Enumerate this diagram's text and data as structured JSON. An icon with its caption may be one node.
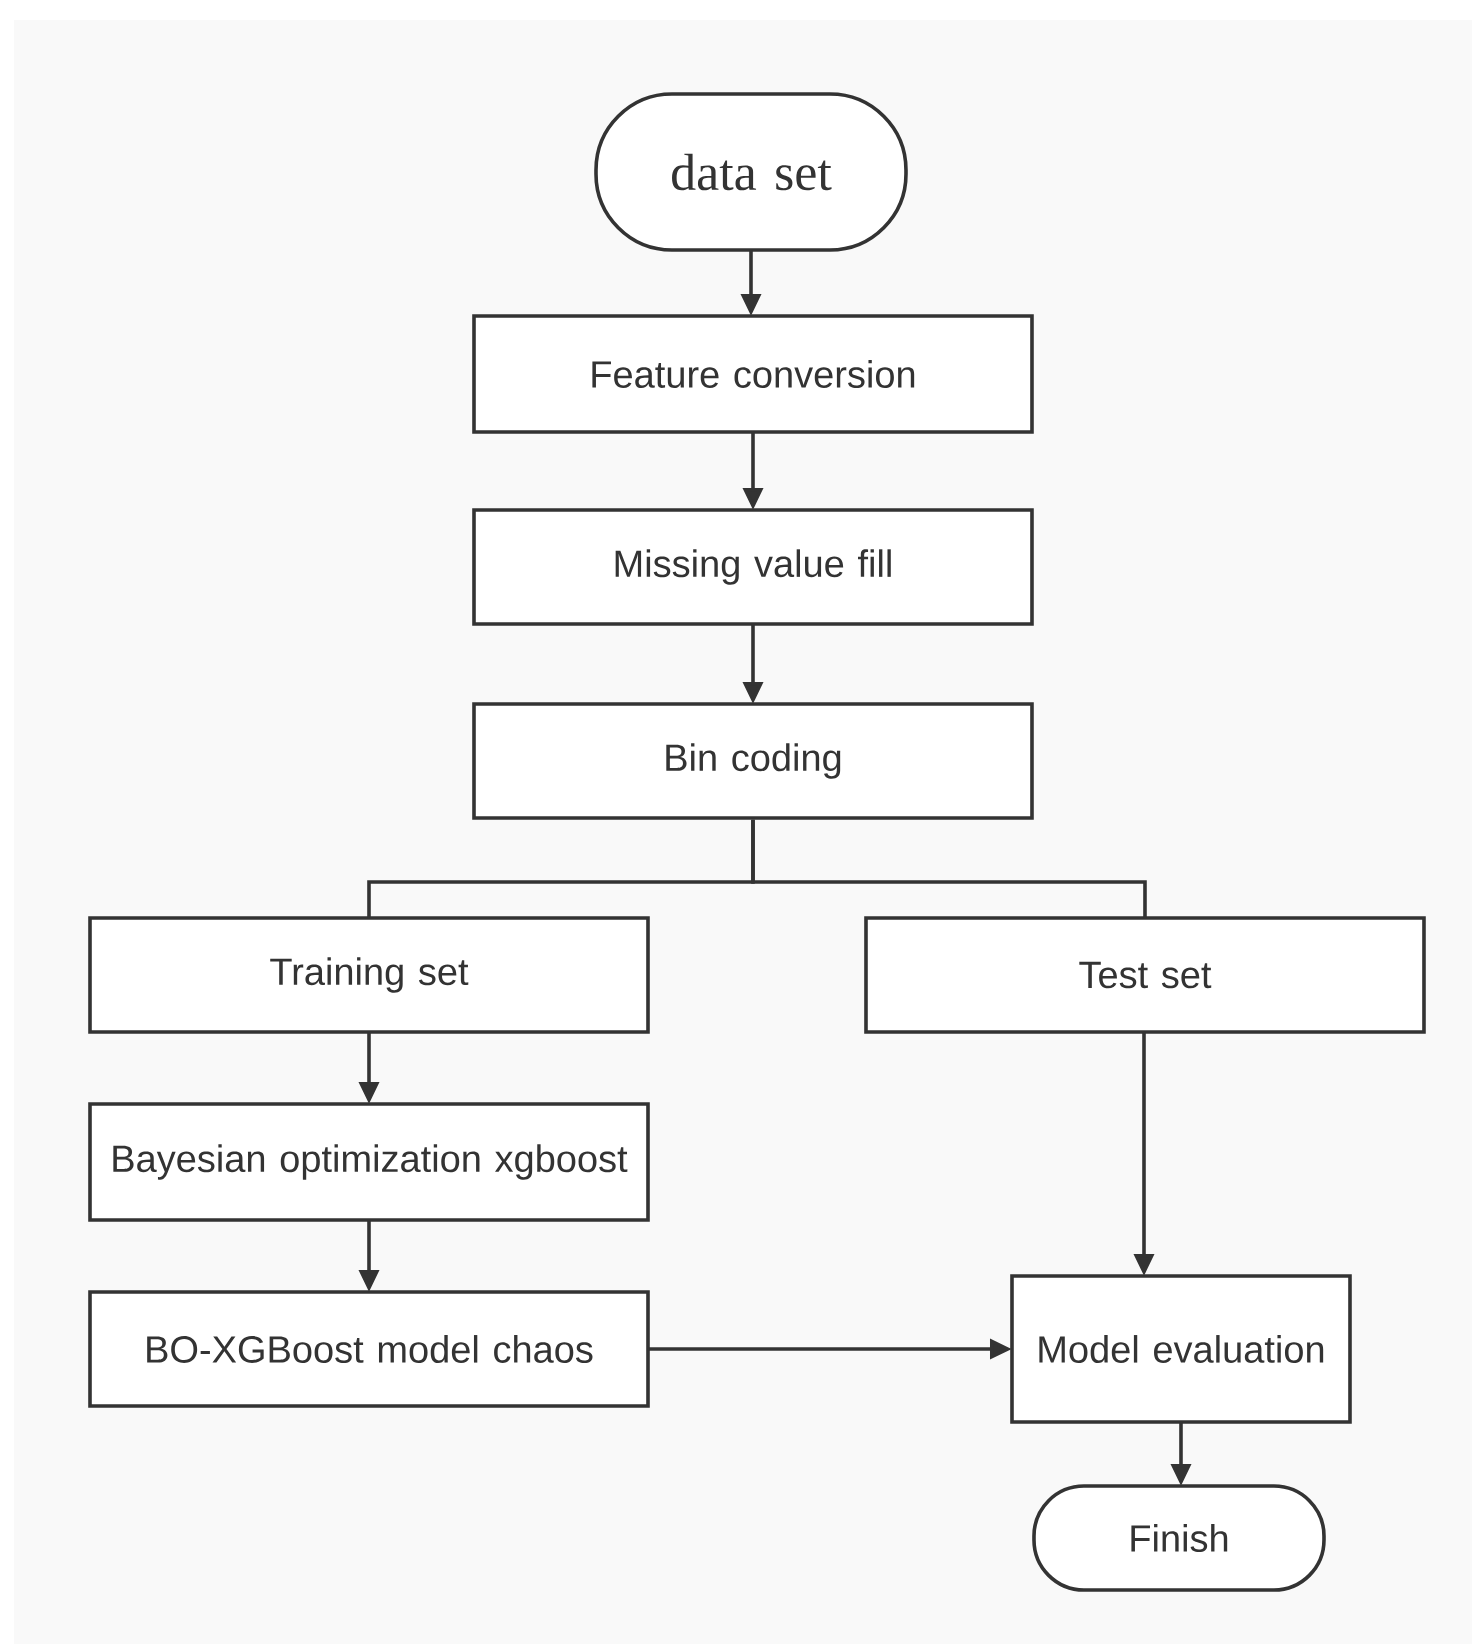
{
  "diagram": {
    "nodes": [
      {
        "text": [
          "data set"
        ]
      },
      {
        "text": [
          "Feature conversion"
        ]
      },
      {
        "text": [
          "Missing value fill"
        ]
      },
      {
        "text": [
          "Bin coding"
        ]
      },
      {
        "text": [
          "Training set"
        ]
      },
      {
        "text": [
          "Test set"
        ]
      },
      {
        "text": [
          "Bayesian optimization xgboost"
        ]
      },
      {
        "text": [
          "BO-XGBoost model chaos"
        ]
      },
      {
        "text": [
          "Model evaluation"
        ]
      },
      {
        "text": [
          "Finish"
        ]
      }
    ],
    "edges": [
      {
        "from": 0,
        "to": 1,
        "arrow": "to"
      },
      {
        "from": 1,
        "to": 2,
        "arrow": "to"
      },
      {
        "from": 2,
        "to": 3,
        "arrow": "to"
      },
      {
        "from": 3,
        "to": 4,
        "arrow": "none"
      },
      {
        "from": 3,
        "to": 5,
        "arrow": "none"
      },
      {
        "from": 4,
        "to": 6,
        "arrow": "to"
      },
      {
        "from": 6,
        "to": 7,
        "arrow": "to"
      },
      {
        "from": 7,
        "to": 8,
        "arrow": "to"
      },
      {
        "from": 5,
        "to": 8,
        "arrow": "to"
      },
      {
        "from": 8,
        "to": 9,
        "arrow": "to"
      }
    ]
  }
}
